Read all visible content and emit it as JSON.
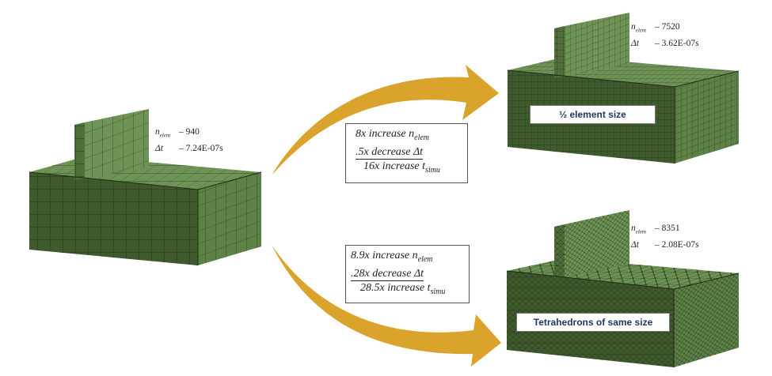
{
  "left_model": {
    "n_elem_label": "n",
    "n_elem_sub": "elem",
    "n_elem_value": "– 940",
    "dt_label": "Δt",
    "dt_value": "– 7.24E-07s"
  },
  "top_right_model": {
    "n_elem_label": "n",
    "n_elem_sub": "elem",
    "n_elem_value": "– 7520",
    "dt_label": "Δt",
    "dt_value": "– 3.62E-07s",
    "tag": "½ element size"
  },
  "bottom_right_model": {
    "n_elem_label": "n",
    "n_elem_sub": "elem",
    "n_elem_value": "– 8351",
    "dt_label": "Δt",
    "dt_value": "– 2.08E-07s",
    "tag": "Tetrahedrons of same size"
  },
  "top_box": {
    "line1_prefix": "8x increase ",
    "line1_var": "n",
    "line1_sub": "elem",
    "line2": ".5x decrease Δt",
    "line3_prefix": "16x increase ",
    "line3_var": "t",
    "line3_sub": "simu"
  },
  "bottom_box": {
    "line1_prefix": "8.9x increase  ",
    "line1_var": "n",
    "line1_sub": "elem",
    "line2": ".28x decrease Δt",
    "line3_prefix": "28.5x increase ",
    "line3_var": "t",
    "line3_sub": "simu"
  },
  "colors": {
    "mesh_front": "#3f5a2d",
    "mesh_top": "#6e9356",
    "mesh_side": "#5d8248",
    "mesh_line": "#1c2b12",
    "arrow": "#daa32c",
    "tag_text": "#1f3864"
  }
}
